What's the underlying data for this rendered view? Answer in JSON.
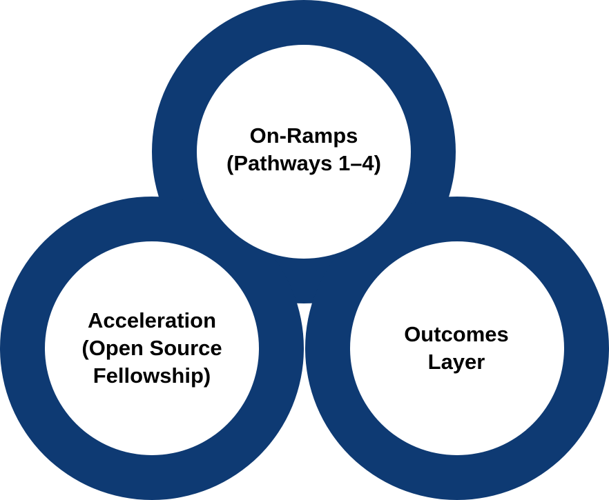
{
  "diagram": {
    "type": "three-ring venn",
    "ring_color": "#0e3a73",
    "fill_color": "#ffffff",
    "circles": [
      {
        "id": "on-ramps",
        "lines": [
          "On-Ramps",
          "(Pathways 1–4)"
        ]
      },
      {
        "id": "acceleration",
        "lines": [
          "Acceleration",
          "(Open Source",
          "Fellowship)"
        ]
      },
      {
        "id": "outcomes",
        "lines": [
          "Outcomes",
          "Layer"
        ]
      }
    ]
  }
}
